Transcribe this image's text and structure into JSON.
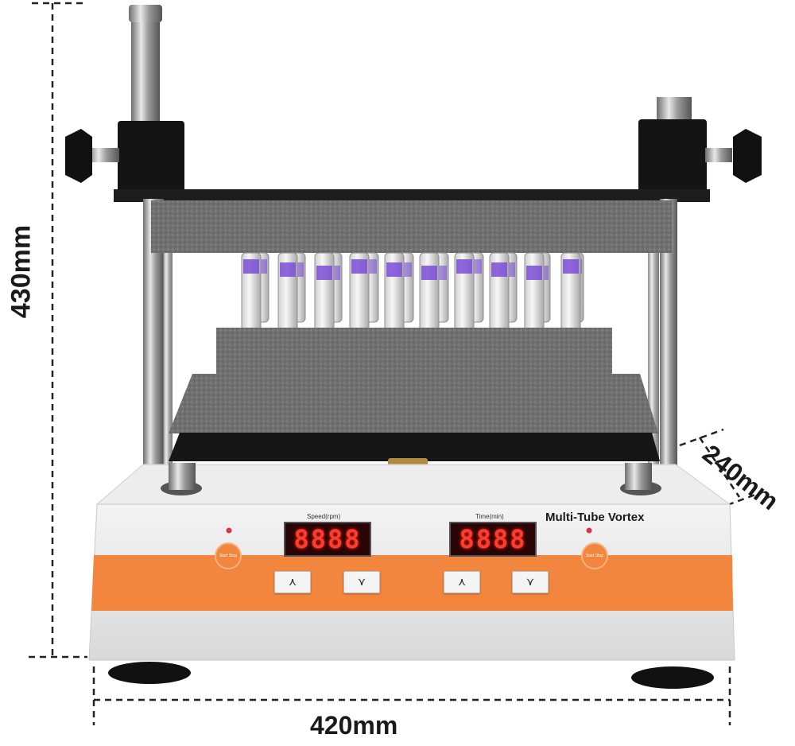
{
  "dimensions": {
    "height": "430mm",
    "width": "420mm",
    "depth": "240mm"
  },
  "device": {
    "brand": "Multi-Tube Vortex",
    "speed_label": "Speed(rpm)",
    "time_label": "Time(min)",
    "speed_display": "8888",
    "time_display": "8888",
    "up_key": "⋏",
    "down_key": "⋎",
    "start_left_label": "Start Stop",
    "start_right_label": "Start Stop"
  },
  "colors": {
    "accent_orange": "#f3863e",
    "foam_grey": "#6d6d6d",
    "display_red": "#ff3b2f",
    "liquid_purple": "#7a4cd6"
  }
}
